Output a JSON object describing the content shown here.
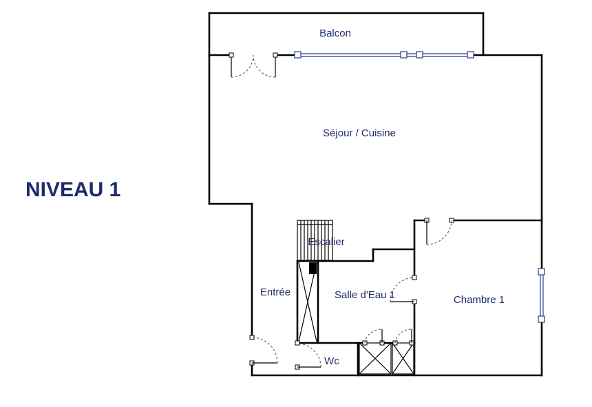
{
  "plan": {
    "title": "NIVEAU 1",
    "rooms": {
      "balcon": "Balcon",
      "sejour": "Séjour / Cuisine",
      "escalier": "Escalier",
      "entree": "Entrée",
      "salle_eau": "Salle d'Eau 1",
      "chambre": "Chambre 1",
      "wc": "Wc"
    },
    "colors": {
      "label": "#1f2a6b",
      "wall": "#000000",
      "window": "#2d3a8c"
    }
  }
}
